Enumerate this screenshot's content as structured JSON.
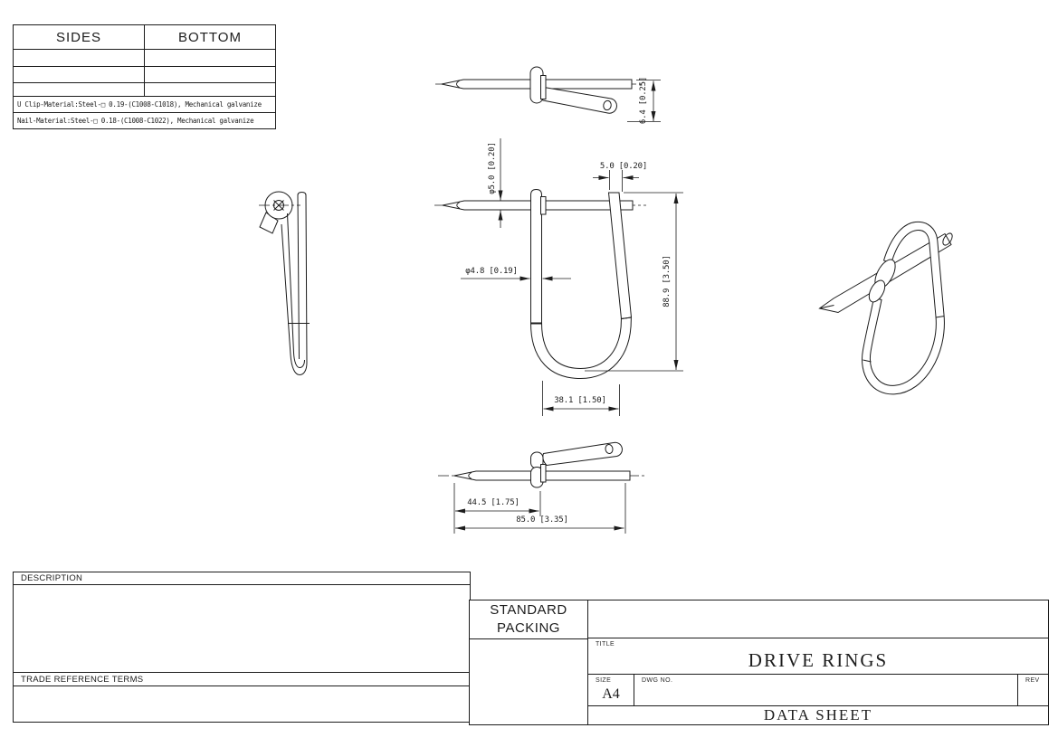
{
  "sheet": {
    "spec_table": {
      "headers": [
        "SIDES",
        "BOTTOM"
      ],
      "notes": [
        "U Clip-Material:Steel-□ 0.19-(C1008-C1018), Mechanical galvanize",
        "Nail-Material:Steel-□ 0.18-(C1008-C1022), Mechanical galvanize"
      ]
    },
    "dimensions": {
      "clip_end_offset": "6.4 [0.25]",
      "nail_diameter": "φ5.0 [0.20]",
      "leg_gap": "5.0 [0.20]",
      "wire_diameter": "φ4.8 [0.19]",
      "overall_height": "88.9 [3.50]",
      "inside_width": "38.1 [1.50]",
      "tip_to_clip": "44.5 [1.75]",
      "nail_length": "85.0 [3.35]"
    },
    "description_block": {
      "label": "DESCRIPTION"
    },
    "trade_block": {
      "label": "TRADE REFERENCE TERMS"
    },
    "title_block": {
      "standard_packing_label": "STANDARD PACKING",
      "title_label": "TITLE",
      "title": "DRIVE RINGS",
      "size_label": "SIZE",
      "size_value": "A4",
      "dwg_no_label": "DWG NO.",
      "rev_label": "REV",
      "sheet_type": "DATA SHEET"
    }
  }
}
